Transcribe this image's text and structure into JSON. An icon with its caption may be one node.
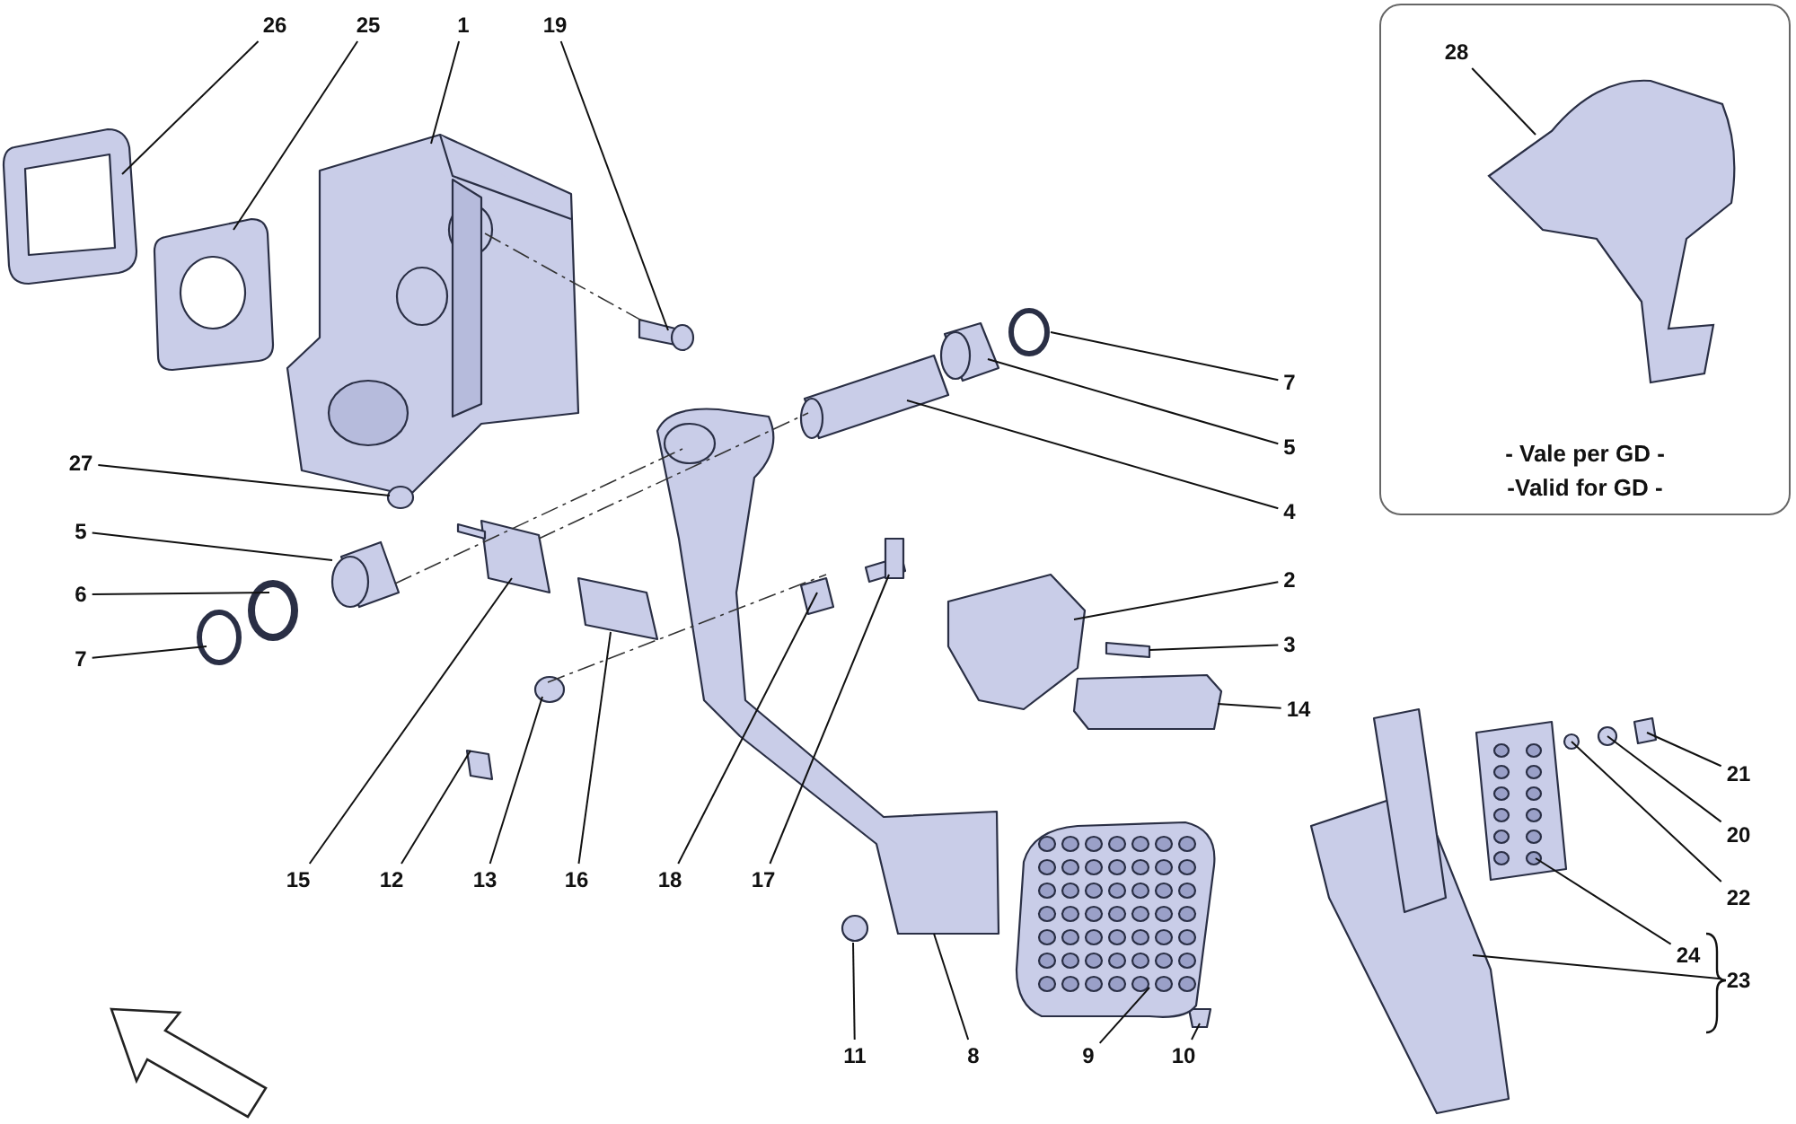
{
  "diagram": {
    "nodes": [
      {
        "text": [
          "26"
        ]
      },
      {
        "text": [
          "25"
        ]
      },
      {
        "text": [
          "1"
        ]
      },
      {
        "text": [
          "19"
        ]
      },
      {
        "text": [
          "- Vale per GD -",
          "-Valid for GD -"
        ]
      },
      {
        "text": [
          "28"
        ],
        "in": 4
      },
      {
        "text": [
          "7"
        ]
      },
      {
        "text": [
          "5"
        ]
      },
      {
        "text": [
          "4"
        ]
      },
      {
        "text": [
          "27"
        ]
      },
      {
        "text": [
          "5"
        ]
      },
      {
        "text": [
          "6"
        ]
      },
      {
        "text": [
          "7"
        ]
      },
      {
        "text": [
          "2"
        ]
      },
      {
        "text": [
          "3"
        ]
      },
      {
        "text": [
          "14"
        ]
      },
      {
        "text": [
          "21"
        ]
      },
      {
        "text": [
          "20"
        ]
      },
      {
        "text": [
          "22"
        ]
      },
      {
        "text": [
          "24"
        ]
      },
      {
        "text": [
          "23"
        ]
      },
      {
        "text": [
          "15"
        ]
      },
      {
        "text": [
          "12"
        ]
      },
      {
        "text": [
          "13"
        ]
      },
      {
        "text": [
          "16"
        ]
      },
      {
        "text": [
          "18"
        ]
      },
      {
        "text": [
          "17"
        ]
      },
      {
        "text": [
          "11"
        ]
      },
      {
        "text": [
          "8"
        ]
      },
      {
        "text": [
          "9"
        ]
      },
      {
        "text": [
          "10"
        ]
      }
    ],
    "edges": [
      {
        "from": 0,
        "to": null,
        "arrow": "none"
      },
      {
        "from": 1,
        "to": null,
        "arrow": "none"
      },
      {
        "from": 2,
        "to": null,
        "arrow": "none"
      },
      {
        "from": 3,
        "to": null,
        "arrow": "none"
      },
      {
        "from": 5,
        "to": null,
        "arrow": "none"
      },
      {
        "from": 6,
        "to": null,
        "arrow": "none"
      },
      {
        "from": 7,
        "to": null,
        "arrow": "none"
      },
      {
        "from": 8,
        "to": null,
        "arrow": "none"
      },
      {
        "from": 9,
        "to": null,
        "arrow": "none"
      },
      {
        "from": 10,
        "to": null,
        "arrow": "none"
      },
      {
        "from": 11,
        "to": null,
        "arrow": "none"
      },
      {
        "from": 12,
        "to": null,
        "arrow": "none"
      },
      {
        "from": 13,
        "to": null,
        "arrow": "none"
      },
      {
        "from": 14,
        "to": null,
        "arrow": "none"
      },
      {
        "from": 15,
        "to": null,
        "arrow": "none"
      },
      {
        "from": 16,
        "to": null,
        "arrow": "none"
      },
      {
        "from": 17,
        "to": null,
        "arrow": "none"
      },
      {
        "from": 18,
        "to": null,
        "arrow": "none"
      },
      {
        "from": 19,
        "to": null,
        "arrow": "none"
      },
      {
        "from": 20,
        "to": null,
        "arrow": "none"
      },
      {
        "from": 21,
        "to": null,
        "arrow": "none"
      },
      {
        "from": 22,
        "to": null,
        "arrow": "none"
      },
      {
        "from": 23,
        "to": null,
        "arrow": "none"
      },
      {
        "from": 24,
        "to": null,
        "arrow": "none"
      },
      {
        "from": 25,
        "to": null,
        "arrow": "none"
      },
      {
        "from": 26,
        "to": null,
        "arrow": "none"
      },
      {
        "from": 27,
        "to": null,
        "arrow": "none"
      },
      {
        "from": 28,
        "to": null,
        "arrow": "none"
      },
      {
        "from": 29,
        "to": null,
        "arrow": "none"
      },
      {
        "from": 30,
        "to": null,
        "arrow": "none"
      }
    ]
  }
}
